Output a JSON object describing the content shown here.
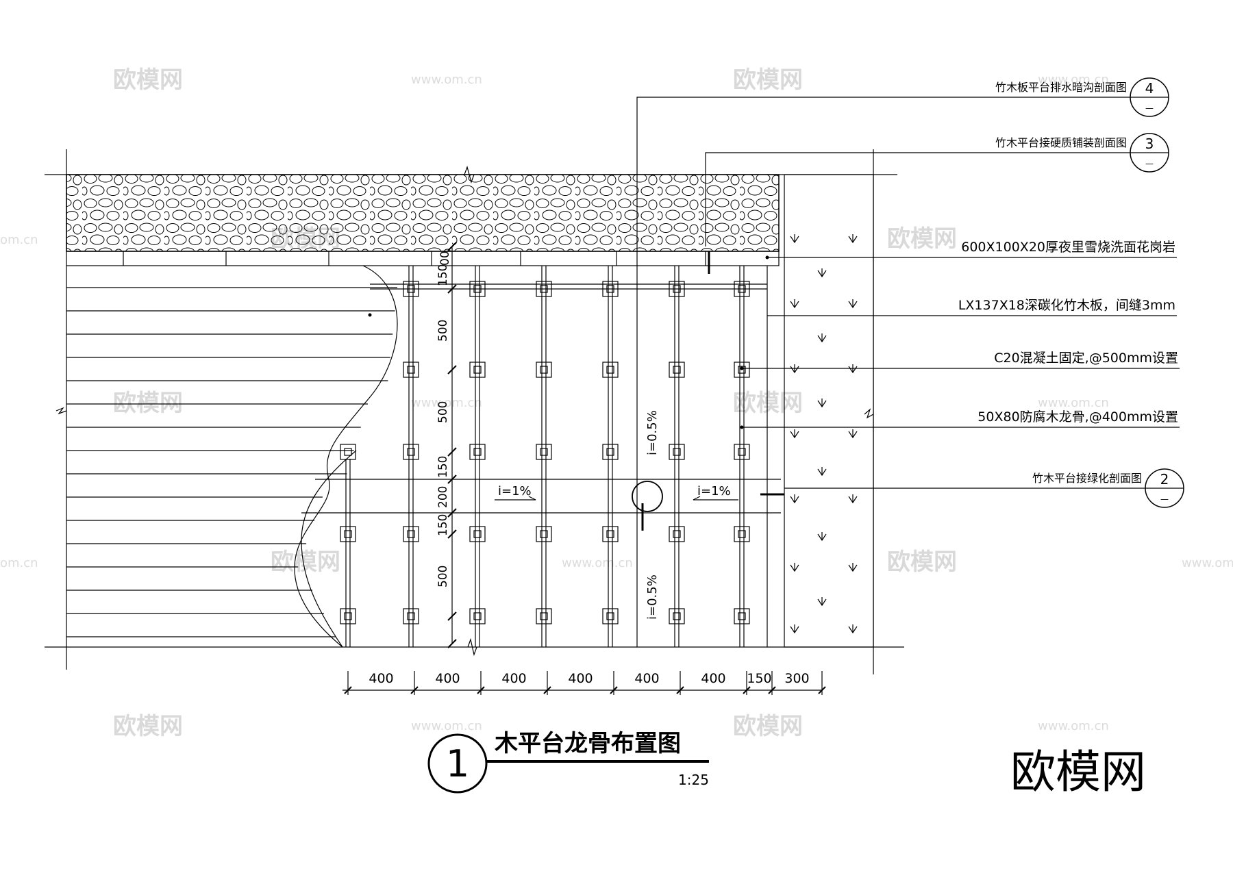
{
  "title": {
    "number": "1",
    "text": "木平台龙骨布置图",
    "scale": "1:25"
  },
  "callouts": [
    {
      "text": "竹木板平台排水暗沟剖面图",
      "ref": "4",
      "sub": "—"
    },
    {
      "text": "竹木平台接硬质铺装剖面图",
      "ref": "3",
      "sub": "—"
    },
    {
      "text": "竹木平台接绿化剖面图",
      "ref": "2",
      "sub": "—"
    }
  ],
  "notes": [
    "600X100X20厚夜里雪烧洗面花岗岩",
    "LX137X18深碳化竹木板，间缝3mm",
    "C20混凝土固定,@500mm设置",
    "50X80防腐木龙骨,@400mm设置"
  ],
  "slopes": {
    "left": "i=1%",
    "right": "i=1%",
    "vertical_top": "i=0.5%",
    "vertical_bottom": "i=0.5%"
  },
  "dims_horizontal": [
    "400",
    "400",
    "400",
    "400",
    "400",
    "400",
    "150",
    "300"
  ],
  "dims_vertical": [
    "150",
    "500",
    "500",
    "150",
    "200",
    "150",
    "500"
  ],
  "dims_vertical_top_note": "00",
  "watermark": {
    "brand": "欧模网",
    "url": "www.om.cn",
    "url_short": "om.cn"
  }
}
